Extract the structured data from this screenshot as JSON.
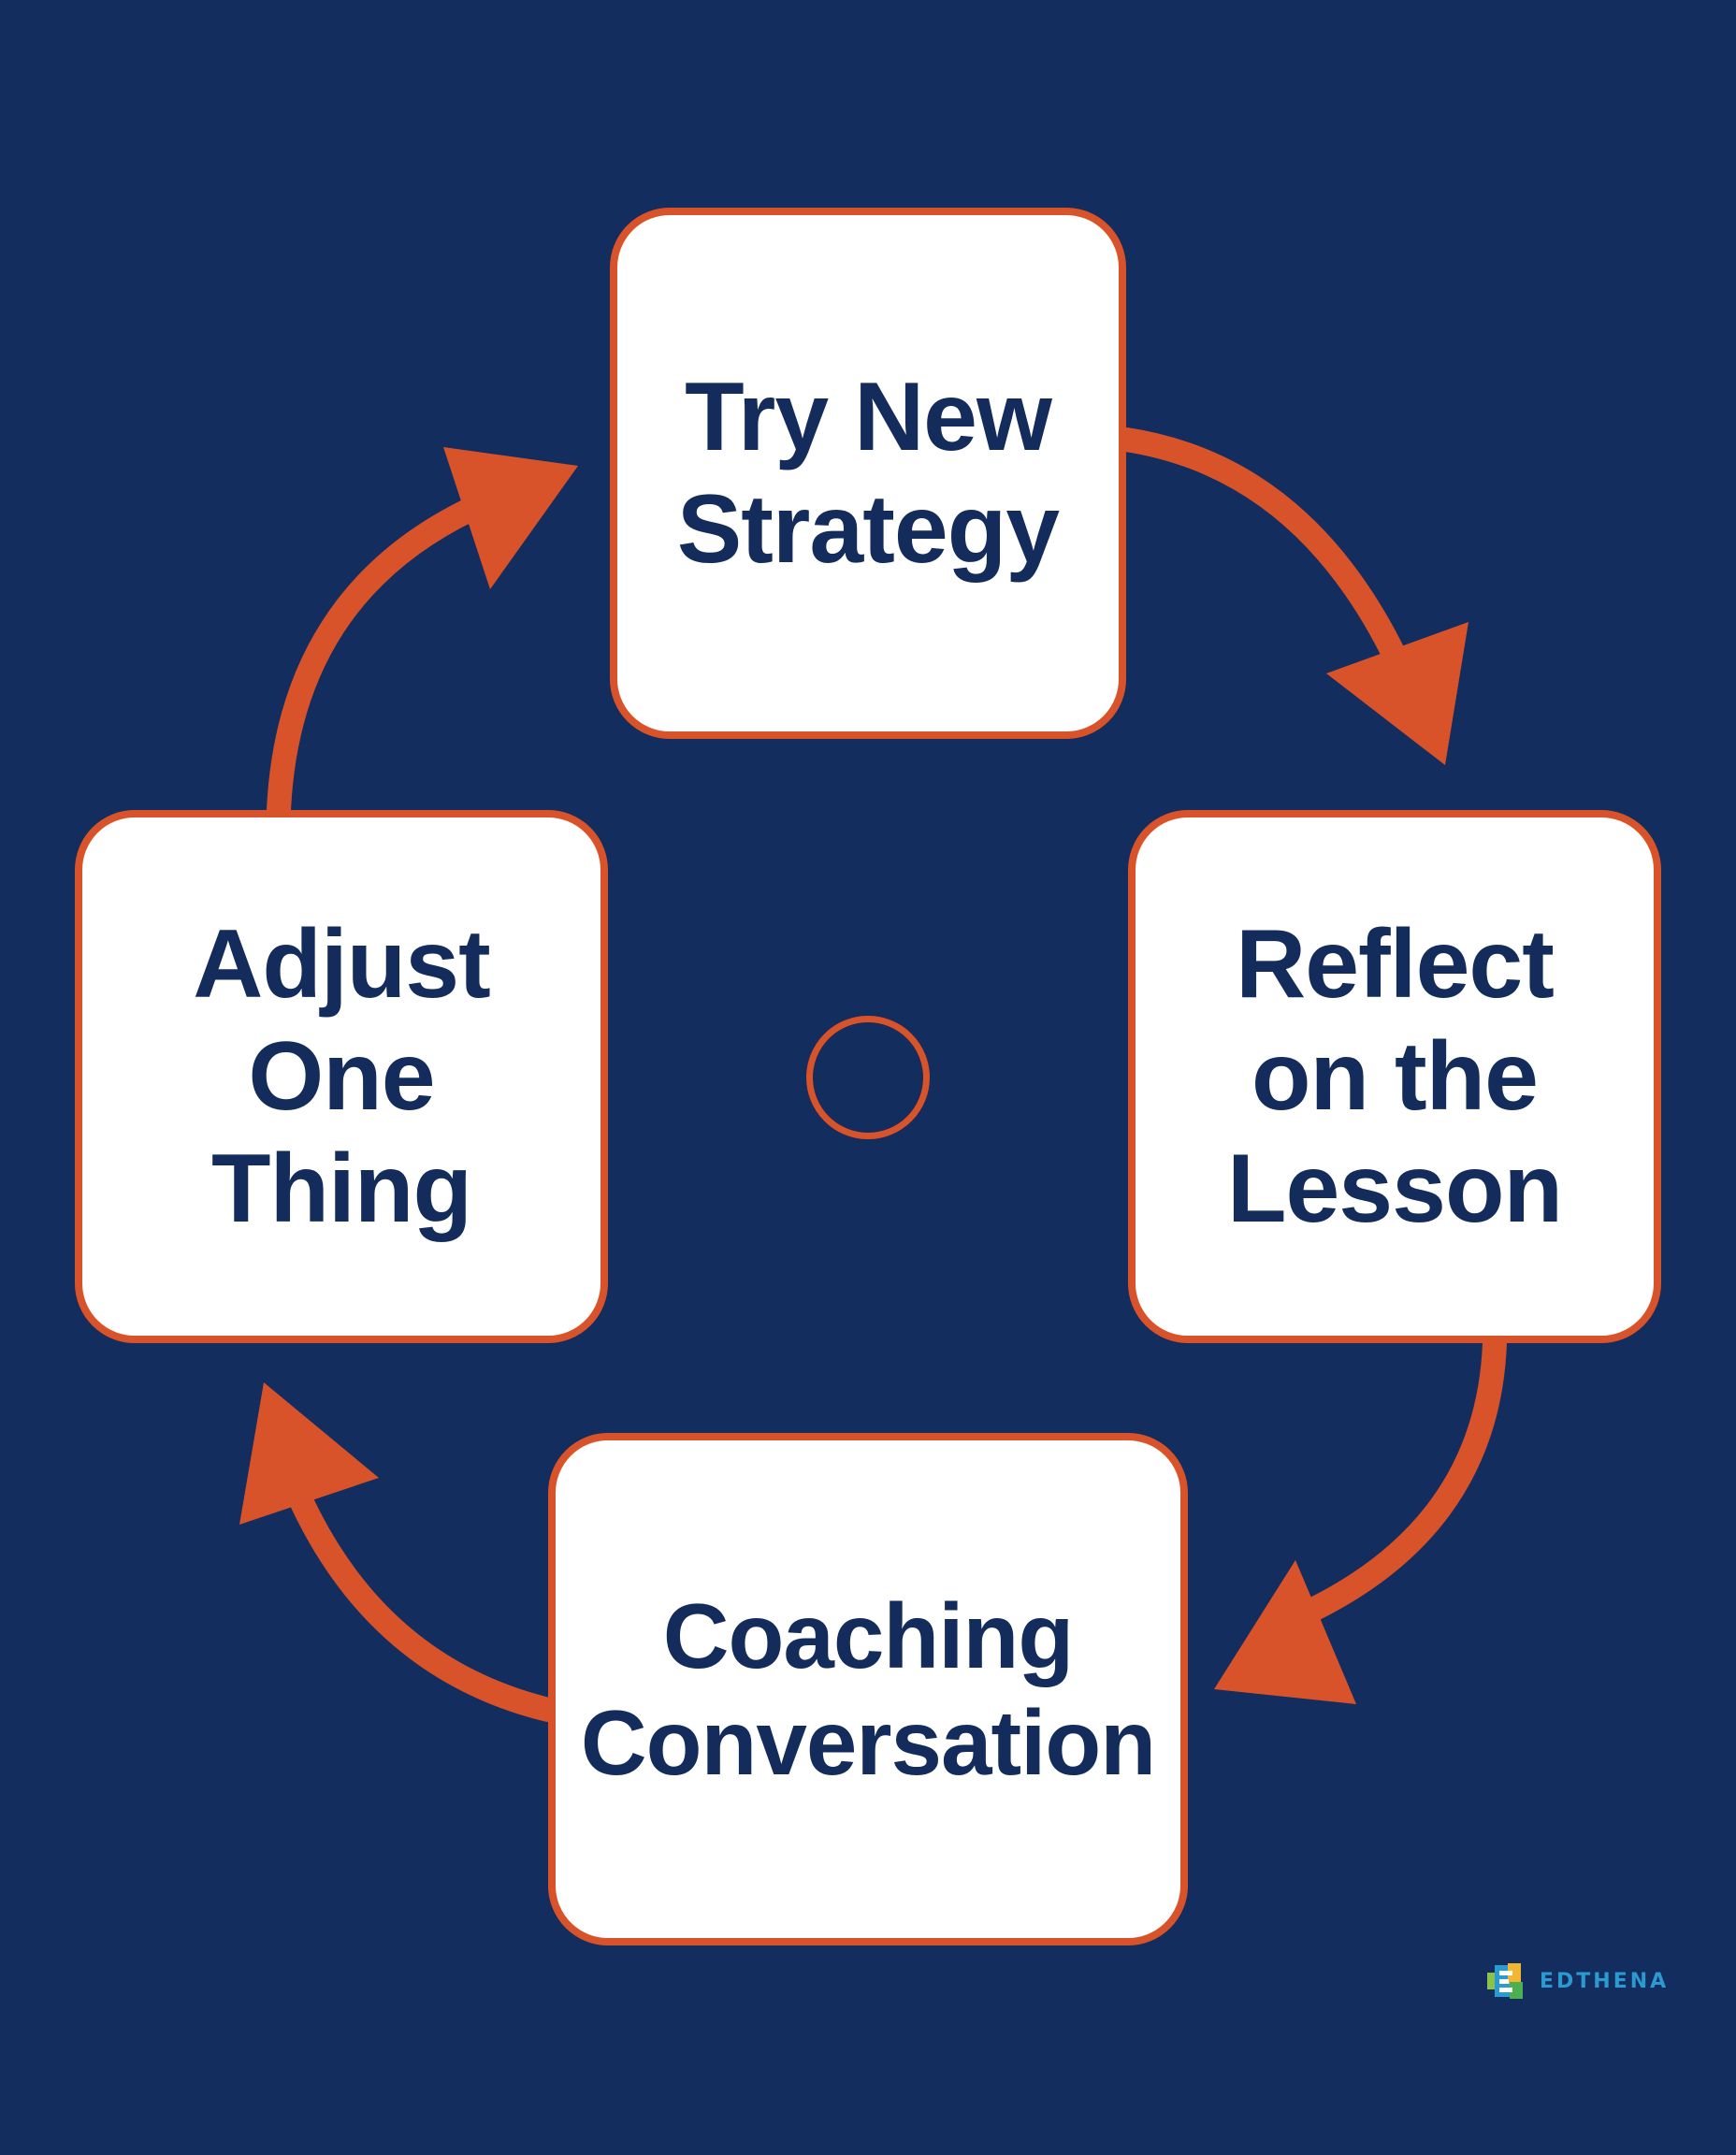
{
  "diagram": {
    "steps": [
      {
        "id": "top",
        "label": "Try New\nStrategy"
      },
      {
        "id": "right",
        "label": "Reflect\non the\nLesson"
      },
      {
        "id": "bottom",
        "label": "Coaching\nConversation"
      },
      {
        "id": "left",
        "label": "Adjust\nOne\nThing"
      }
    ]
  },
  "branding": {
    "logo_text": "EDTHENA"
  },
  "colors": {
    "background": "#122d5e",
    "box_fill": "#ffffff",
    "box_border": "#d9532a",
    "arrow": "#d9532a",
    "text": "#142c5b",
    "brand_text": "#2b9ad0"
  }
}
